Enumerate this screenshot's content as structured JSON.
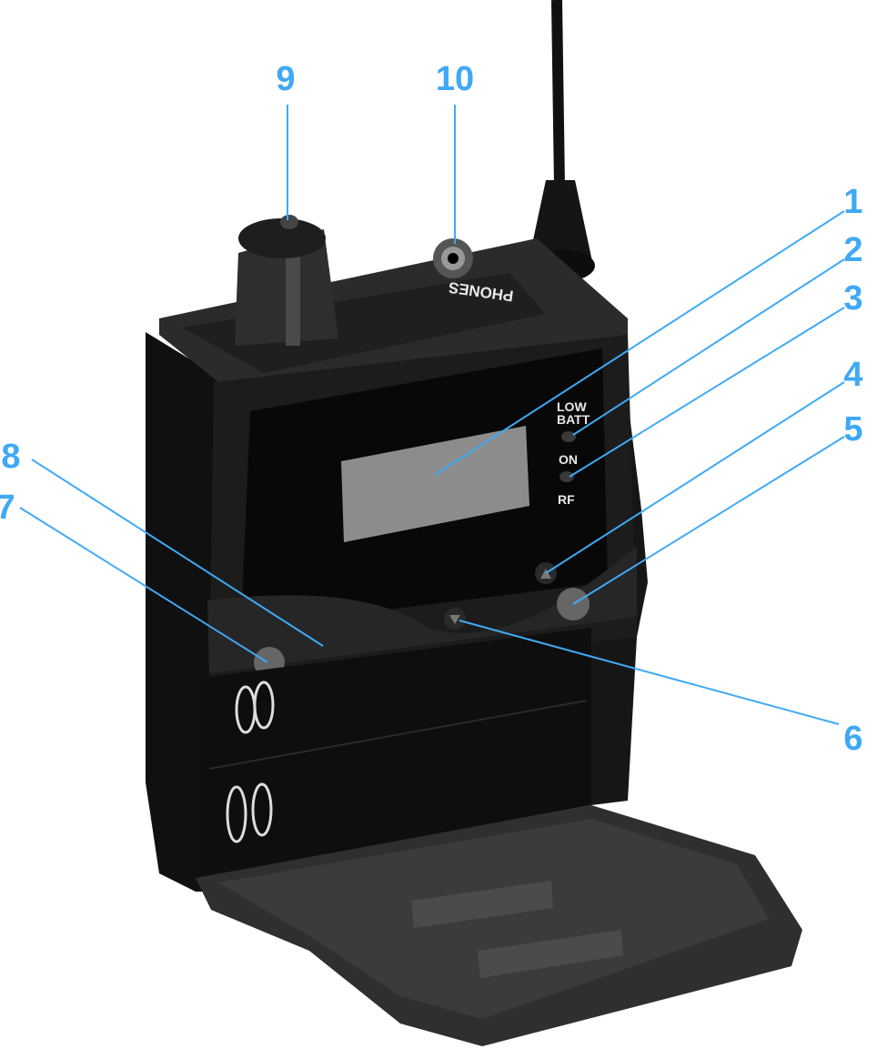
{
  "device_labels": {
    "low_batt_line1": "LOW",
    "low_batt_line2": "BATT",
    "on": "ON",
    "rf": "RF",
    "phones": "PHONES"
  },
  "callouts": [
    "1",
    "2",
    "3",
    "4",
    "5",
    "6",
    "7",
    "8",
    "9",
    "10"
  ],
  "colors": {
    "callout": "#3fa9f5",
    "body": "#1a1a1a",
    "display": "#8c8c8c"
  }
}
